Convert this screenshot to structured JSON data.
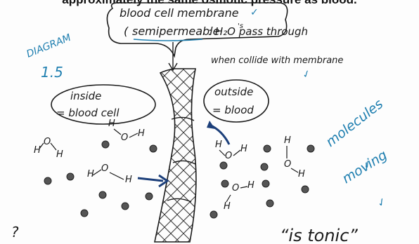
{
  "caption_top": "approximately the same osmotic pressure as blood.",
  "diagram_label": {
    "line1": "DIAGRAM",
    "line2": "1.5"
  },
  "membrane_box": {
    "line1": "blood cell membrane",
    "line2_a": "semipermeable",
    "line2_b": ": H₂O pass through",
    "line2_sup": "'s",
    "line3": "when collide with membrane"
  },
  "inside_label": {
    "line1": "inside",
    "line2": "= blood cell"
  },
  "outside_label": {
    "line1": "outside",
    "line2": "= blood"
  },
  "molecule_text": {
    "line1": "molecules",
    "line2": "moving"
  },
  "water": {
    "h": "H",
    "o": "O"
  },
  "check_mark": "✓",
  "bottom_partial": {
    "left": "?",
    "right": "“is tonic”"
  },
  "colors": {
    "ink": "#1a1a1a",
    "blue_ink": "#1f7fb0",
    "dots": "#555555",
    "arrow": "#1c3f7a"
  }
}
